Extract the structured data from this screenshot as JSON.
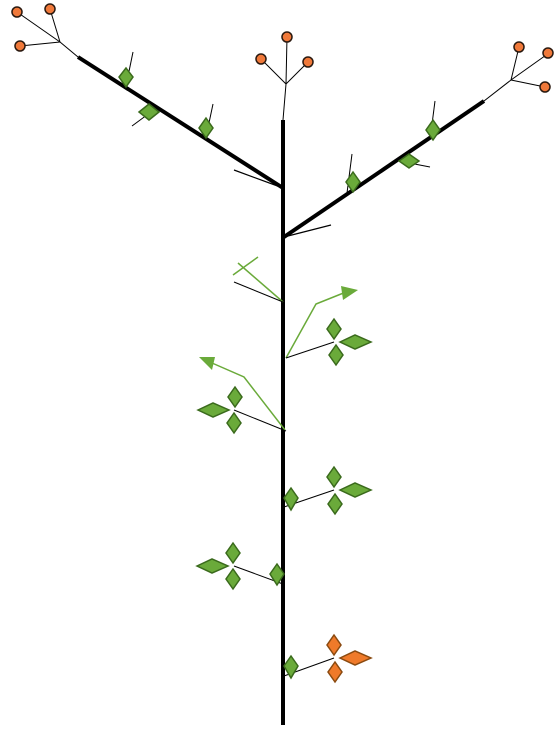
{
  "diagram": {
    "type": "plant-architecture-schematic",
    "colors": {
      "stem": "#000000",
      "leaf_fill": "#6aaa3a",
      "leaf_stroke": "#3a6a1c",
      "senescent_leaf_fill": "#ef7a2a",
      "senescent_leaf_stroke": "#8a4a10",
      "growth_arrow": "#6aaa3a",
      "flower_fill": "#f0793a",
      "flower_stroke": "#2b1a10"
    },
    "elements": [
      "main-stem",
      "left-branch",
      "right-branch",
      "terminal-inflorescences",
      "growth-direction-arrows",
      "leaf-nodes",
      "senescent-leaf-node"
    ]
  }
}
